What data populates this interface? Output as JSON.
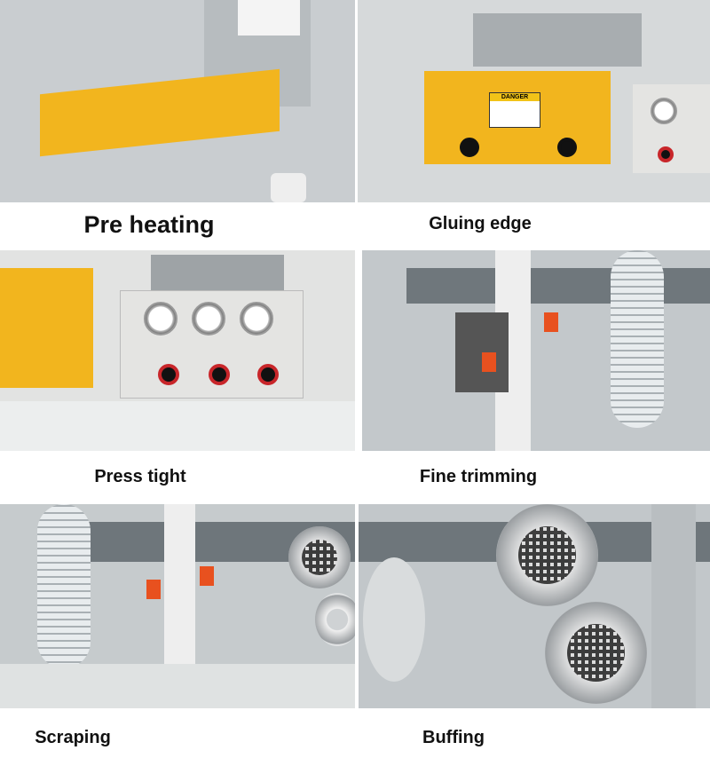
{
  "panels": [
    {
      "caption": "Pre heating"
    },
    {
      "caption": "Gluing edge",
      "label": "DANGER"
    },
    {
      "caption": "Press tight"
    },
    {
      "caption": "Fine trimming"
    },
    {
      "caption": "Scraping"
    },
    {
      "caption": "Buffing"
    }
  ],
  "colors": {
    "machine_yellow": "#f2b51e",
    "knob_red": "#c8262a",
    "panel_gray": "#e4e4e2",
    "accent_orange": "#e8511f"
  }
}
